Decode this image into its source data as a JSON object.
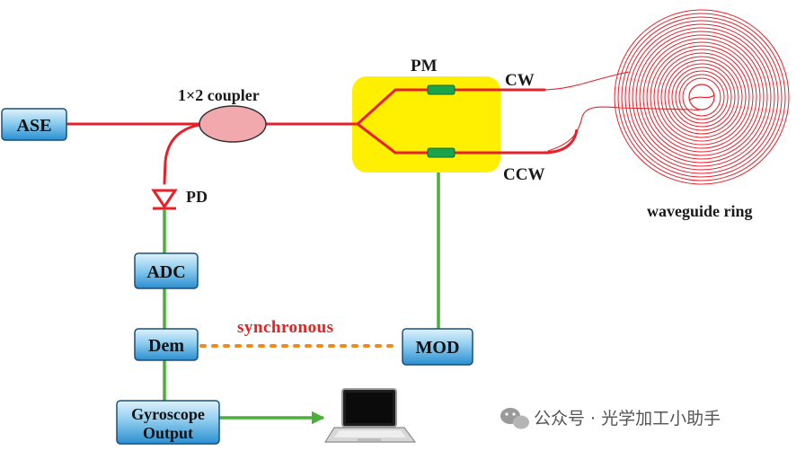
{
  "labels": {
    "ase": "ASE",
    "coupler": "1×2 coupler",
    "pm": "PM",
    "cw": "CW",
    "ccw": "CCW",
    "pd": "PD",
    "adc": "ADC",
    "dem": "Dem",
    "mod": "MOD",
    "gyro_line1": "Gyroscope",
    "gyro_line2": "Output",
    "synchronous": "synchronous",
    "waveguide_ring": "waveguide ring"
  },
  "watermark": {
    "text": "公众号 · 光学加工小助手"
  },
  "colors": {
    "fiber_red": "#e8202a",
    "signal_green": "#4caf3c",
    "box_blue_top": "#c9e8f7",
    "box_blue_bottom": "#2a8fd0",
    "pm_yellow": "#ffef00",
    "coupler_pink": "#f2a9ae",
    "phase_mod_green": "#1aa34a",
    "sync_orange": "#f08a1c"
  },
  "icons": {
    "laptop": "laptop-icon",
    "photodiode": "photodiode-icon",
    "wechat": "wechat-icon"
  }
}
